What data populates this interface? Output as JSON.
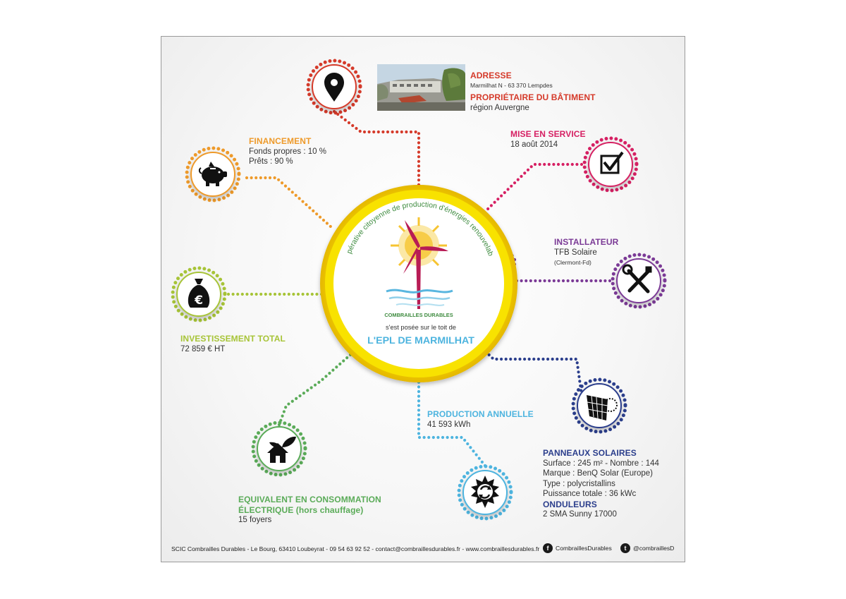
{
  "colors": {
    "address": "#d53a2a",
    "mise_en_service": "#d62063",
    "installateur": "#7b3a96",
    "panneaux": "#2b3e8c",
    "production": "#4db4df",
    "equivalent": "#5aab58",
    "investissement": "#a7c437",
    "financement": "#ee9a2a",
    "logo_green": "#3e8b3f",
    "center_ring": "#f3d400"
  },
  "center": {
    "arc_text": "coopérative citoyenne de production d'énergies renouvelables",
    "brand": "COMBRAILLES DURABLES",
    "line": "s'est posée sur le toit de",
    "title": "L'EPL DE MARMILHAT"
  },
  "address": {
    "heading": "ADRESSE",
    "value": "Marmilhat N - 63 370 Lempdes",
    "owner_heading": "PROPRIÉTAIRE DU BÂTIMENT",
    "owner_value": "région Auvergne",
    "icon": "map-pin-icon"
  },
  "mise_en_service": {
    "heading": "MISE EN SERVICE",
    "value": "18 août 2014",
    "icon": "checkbox-icon"
  },
  "installateur": {
    "heading": "INSTALLATEUR",
    "value": "TFB Solaire",
    "sub": "(Clermont-Fd)",
    "icon": "tools-icon"
  },
  "panneaux": {
    "heading": "PANNEAUX SOLAIRES",
    "lines": [
      "Surface : 245 m² - Nombre : 144",
      "Marque : BenQ Solar (Europe)",
      "Type : polycristallins",
      "Puissance totale : 36 kWc"
    ],
    "onduleurs_heading": "ONDULEURS",
    "onduleurs_value": "2 SMA Sunny 17000",
    "icon": "solar-panel-icon"
  },
  "production": {
    "heading": "PRODUCTION ANNUELLE",
    "value": "41 593 kWh",
    "icon": "sun-recycle-icon"
  },
  "equivalent": {
    "heading1": "EQUIVALENT EN CONSOMMATION",
    "heading2": "ÉLECTRIQUE (hors chauffage)",
    "value": "15 foyers",
    "icon": "house-leaf-icon"
  },
  "investissement": {
    "heading": "INVESTISSEMENT TOTAL",
    "value": "72 859 € HT",
    "icon": "money-bag-icon"
  },
  "financement": {
    "heading": "FINANCEMENT",
    "line1": "Fonds propres : 10 %",
    "line2": "Prêts : 90 %",
    "icon": "piggy-bank-icon"
  },
  "footer": {
    "text": "SCIC Combrailles Durables - Le Bourg, 63410 Loubeyrat - 09 54 63 92 52 - contact@combraillesdurables.fr - www.combraillesdurables.fr",
    "facebook_label": "CombraillesDurables",
    "facebook_glyph": "f",
    "twitter_label": "@combraillesD",
    "twitter_glyph": "t"
  }
}
